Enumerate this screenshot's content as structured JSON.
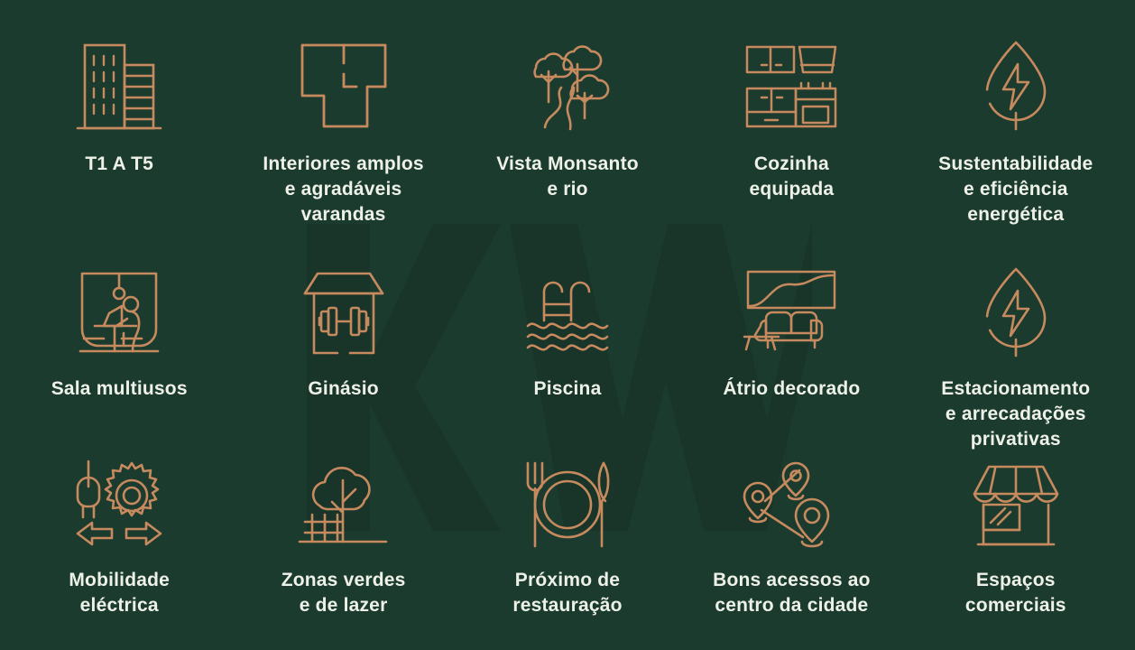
{
  "theme": {
    "background_color": "#1c3b2f",
    "icon_color": "#c68a5e",
    "text_color": "#eef1e8",
    "watermark_color": "#19352a"
  },
  "watermark": {
    "brand": "KW"
  },
  "features": [
    {
      "id": "tipologias",
      "icon": "building-icon",
      "label": "T1 A T5"
    },
    {
      "id": "interiores",
      "icon": "floorplan-icon",
      "label": "Interiores amplos\ne agradáveis\nvarandas"
    },
    {
      "id": "vista",
      "icon": "trees-river-icon",
      "label": "Vista Monsanto\ne rio"
    },
    {
      "id": "cozinha",
      "icon": "kitchen-icon",
      "label": "Cozinha\nequipada"
    },
    {
      "id": "sustentabilidade",
      "icon": "leaf-bolt-icon",
      "label": "Sustentabilidade\ne eficiência\nenergética"
    },
    {
      "id": "sala-multiusos",
      "icon": "coworking-desk-icon",
      "label": "Sala multiusos"
    },
    {
      "id": "ginasio",
      "icon": "gym-dumbbell-icon",
      "label": "Ginásio"
    },
    {
      "id": "piscina",
      "icon": "pool-ladder-icon",
      "label": "Piscina"
    },
    {
      "id": "atrio",
      "icon": "sofa-artwork-icon",
      "label": "Átrio decorado"
    },
    {
      "id": "estacionamento",
      "icon": "leaf-bolt-icon",
      "label": "Estacionamento\ne arrecadações\nprivativas"
    },
    {
      "id": "mobilidade",
      "icon": "plug-gear-arrows-icon",
      "label": "Mobilidade\neléctrica"
    },
    {
      "id": "zonas-verdes",
      "icon": "tree-fence-icon",
      "label": "Zonas verdes\ne de lazer"
    },
    {
      "id": "restauracao",
      "icon": "cutlery-plate-icon",
      "label": "Próximo de\nrestauração"
    },
    {
      "id": "acessos",
      "icon": "map-pins-route-icon",
      "label": "Bons acessos ao\ncentro da cidade"
    },
    {
      "id": "comercio",
      "icon": "storefront-icon",
      "label": "Espaços\ncomerciais"
    }
  ]
}
